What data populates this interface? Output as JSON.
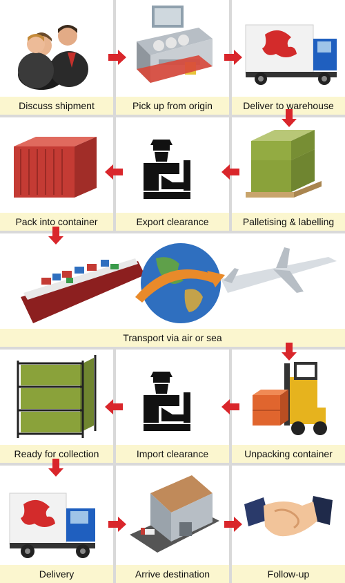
{
  "steps": [
    {
      "label": "Discuss shipment",
      "icon": "business-people-icon"
    },
    {
      "label": "Pick up from origin",
      "icon": "factory-icon"
    },
    {
      "label": "Deliver to warehouse",
      "icon": "truck-icon"
    },
    {
      "label": "Pack into container",
      "icon": "shipping-container-icon"
    },
    {
      "label": "Export clearance",
      "icon": "customs-officer-icon"
    },
    {
      "label": "Palletising & labelling",
      "icon": "pallet-boxes-icon"
    },
    {
      "label": "Transport via air or sea",
      "icon": "ship-globe-plane-icon"
    },
    {
      "label": "Ready for collection",
      "icon": "storage-rack-icon"
    },
    {
      "label": "Import clearance",
      "icon": "customs-officer-icon"
    },
    {
      "label": "Unpacking container",
      "icon": "forklift-icon"
    },
    {
      "label": "Delivery",
      "icon": "truck-icon"
    },
    {
      "label": "Arrive destination",
      "icon": "warehouse-icon"
    },
    {
      "label": "Follow-up",
      "icon": "handshake-icon"
    }
  ],
  "colors": {
    "arrow": "#d9262b",
    "caption_bg": "#fbf6cf",
    "truck_cab": "#1f5fbf",
    "container": "#c43b34",
    "box_green": "#8aa23a",
    "box_orange": "#e0652e"
  }
}
